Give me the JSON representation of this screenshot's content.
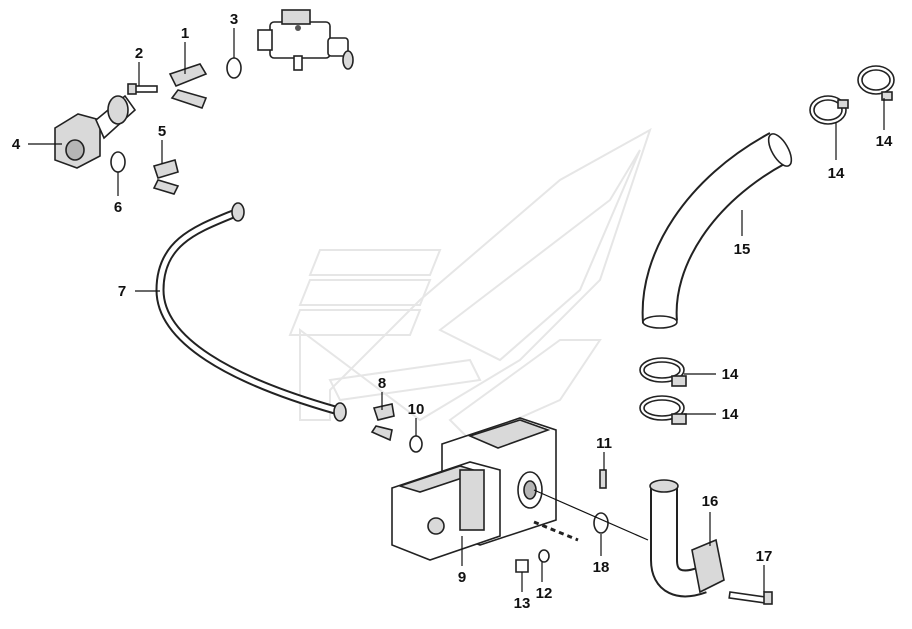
{
  "callouts": [
    {
      "id": "c1",
      "text": "1"
    },
    {
      "id": "c2",
      "text": "2"
    },
    {
      "id": "c3",
      "text": "3"
    },
    {
      "id": "c4",
      "text": "4"
    },
    {
      "id": "c5",
      "text": "5"
    },
    {
      "id": "c6",
      "text": "6"
    },
    {
      "id": "c7",
      "text": "7"
    },
    {
      "id": "c8",
      "text": "8"
    },
    {
      "id": "c9",
      "text": "9"
    },
    {
      "id": "c10",
      "text": "10"
    },
    {
      "id": "c11",
      "text": "11"
    },
    {
      "id": "c12",
      "text": "12"
    },
    {
      "id": "c13",
      "text": "13"
    },
    {
      "id": "c14a",
      "text": "14"
    },
    {
      "id": "c14b",
      "text": "14"
    },
    {
      "id": "c14c",
      "text": "14"
    },
    {
      "id": "c14d",
      "text": "14"
    },
    {
      "id": "c15",
      "text": "15"
    },
    {
      "id": "c16",
      "text": "16"
    },
    {
      "id": "c17",
      "text": "17"
    },
    {
      "id": "c18",
      "text": "18"
    }
  ]
}
